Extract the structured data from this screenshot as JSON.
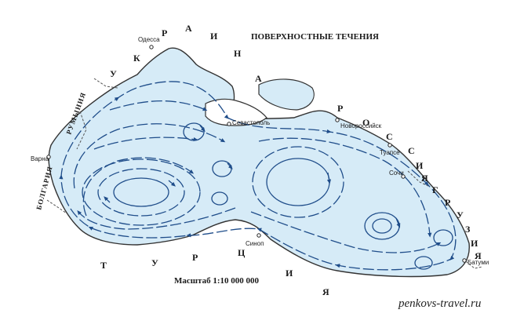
{
  "title": "ПОВЕРХНОСТНЫЕ ТЕЧЕНИЯ",
  "scale": "Масштаб 1:10 000 000",
  "watermark": "penkovs-travel.ru",
  "colors": {
    "sea": "#d6ebf7",
    "coast": "#333333",
    "currents": "#1f4d8a"
  },
  "countries": {
    "ukraine": [
      "У",
      "К",
      "Р",
      "А",
      "И",
      "Н",
      "А"
    ],
    "russia": [
      "Р",
      "О",
      "С",
      "С",
      "И",
      "Я"
    ],
    "georgia": [
      "Г",
      "Р",
      "У",
      "З",
      "И",
      "Я"
    ],
    "turkey": [
      "Т",
      "У",
      "Р",
      "Ц",
      "И",
      "Я"
    ],
    "bulgaria": "БОЛГАРИЯ",
    "romania": "РУМЫНИЯ"
  },
  "cities": {
    "odessa": "Одесса",
    "sevastopol": "Севастополь",
    "novorossiysk": "Новороссийск",
    "tuapse": "Туапсе",
    "sochi": "Сочи",
    "batumi": "Батуми",
    "varna": "Варна",
    "sinop": "Синоп"
  }
}
